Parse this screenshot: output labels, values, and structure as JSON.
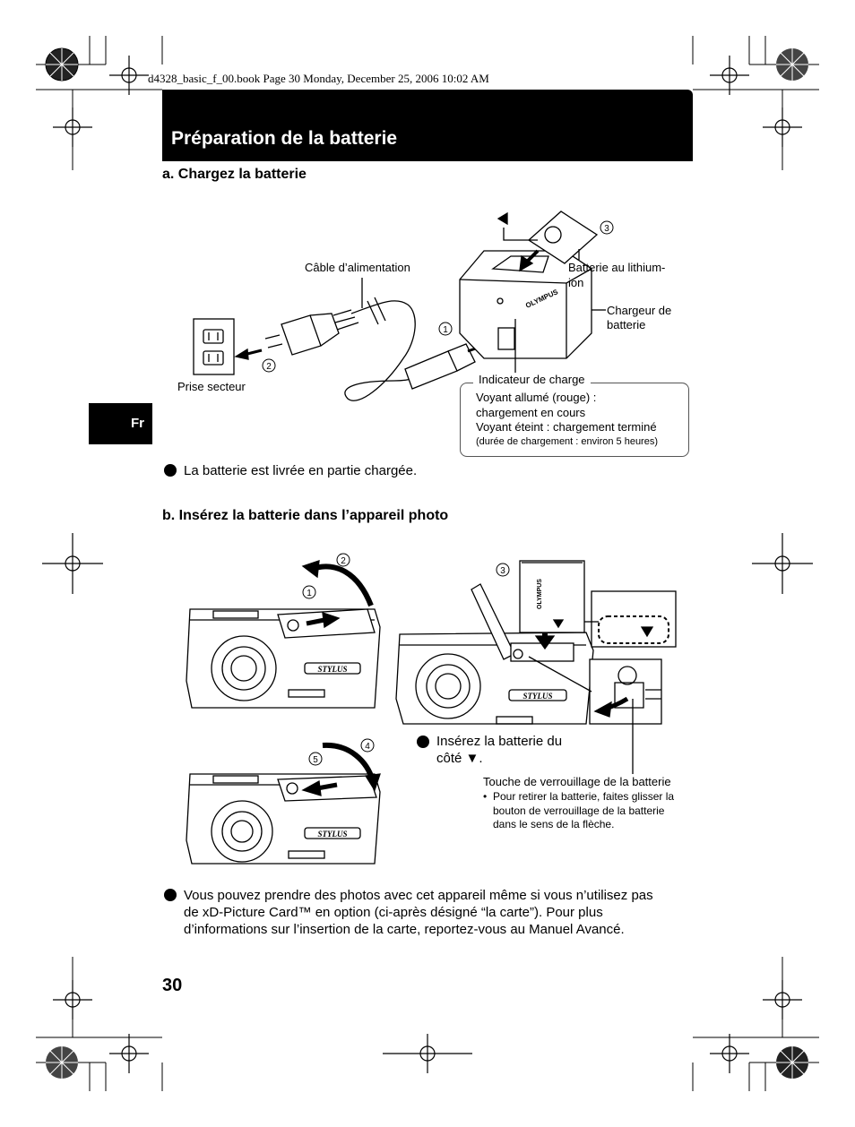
{
  "header": {
    "book_line": "d4328_basic_f_00.book  Page 30  Monday, December 25, 2006  10:02 AM"
  },
  "title": "Préparation de la batterie",
  "side_tab": "Fr",
  "section_a": {
    "heading": "a.  Chargez la batterie",
    "labels": {
      "cable": "Câble d’alimentation",
      "battery": [
        "Batterie au lithium-",
        "ion"
      ],
      "charger": [
        "Chargeur de",
        "batterie"
      ],
      "outlet": "Prise secteur",
      "indicator": "Indicateur de charge",
      "indicator_lines": [
        "Voyant allumé (rouge) :",
        "chargement en cours",
        "Voyant éteint : chargement terminé"
      ],
      "indicator_note": "(durée de chargement : environ 5 heures)",
      "olympus": "OLYMPUS"
    },
    "steps": [
      "1",
      "2",
      "3"
    ],
    "note": "La batterie est livrée en partie chargée."
  },
  "section_b": {
    "heading": "b.  Insérez la batterie dans l’appareil photo",
    "steps": [
      "1",
      "2",
      "3",
      "4",
      "5"
    ],
    "insert_note": [
      "Insérez la batterie du",
      "côté ▼."
    ],
    "lock_title": "Touche de verrouillage de la batterie",
    "lock_bullet": [
      "Pour retirer la batterie, faites glisser la",
      "bouton de verrouillage de la batterie",
      "dans le sens de la flèche."
    ],
    "brand": "STYLUS",
    "battery_brand": "OLYMPUS",
    "note": [
      "Vous pouvez prendre des photos avec cet appareil même si vous n’utilisez pas",
      "de xD-Picture Card™ en option (ci-après désigné “la carte”). Pour plus",
      "d’informations sur l’insertion de la carte, reportez-vous au Manuel Avancé."
    ]
  },
  "page_number": "30"
}
